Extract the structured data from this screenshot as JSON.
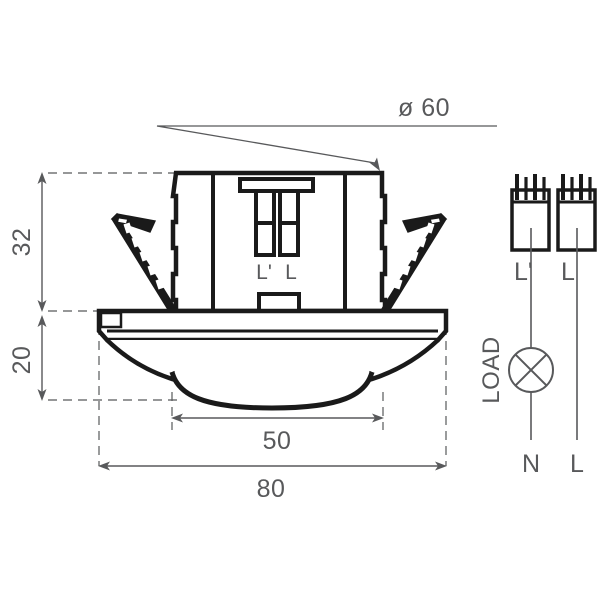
{
  "drawing": {
    "type": "technical-dimension-drawing",
    "subject": "recessed ceiling PIR motion sensor, section view with wiring diagram",
    "units": "mm",
    "line_color": "#1a1a1a",
    "dim_color": "#58595b",
    "background": "#ffffff"
  },
  "dimensions": {
    "diameter_callout": "ø 60",
    "height_upper": "32",
    "height_lower": "20",
    "width_inner": "50",
    "width_outer": "80"
  },
  "device_terminals": {
    "left_label": "L'",
    "right_label": "L"
  },
  "wiring_diagram": {
    "terminal_left_label": "L'",
    "terminal_right_label": "L",
    "load_label": "LOAD",
    "supply_neutral_label": "N",
    "supply_line_label": "L"
  }
}
